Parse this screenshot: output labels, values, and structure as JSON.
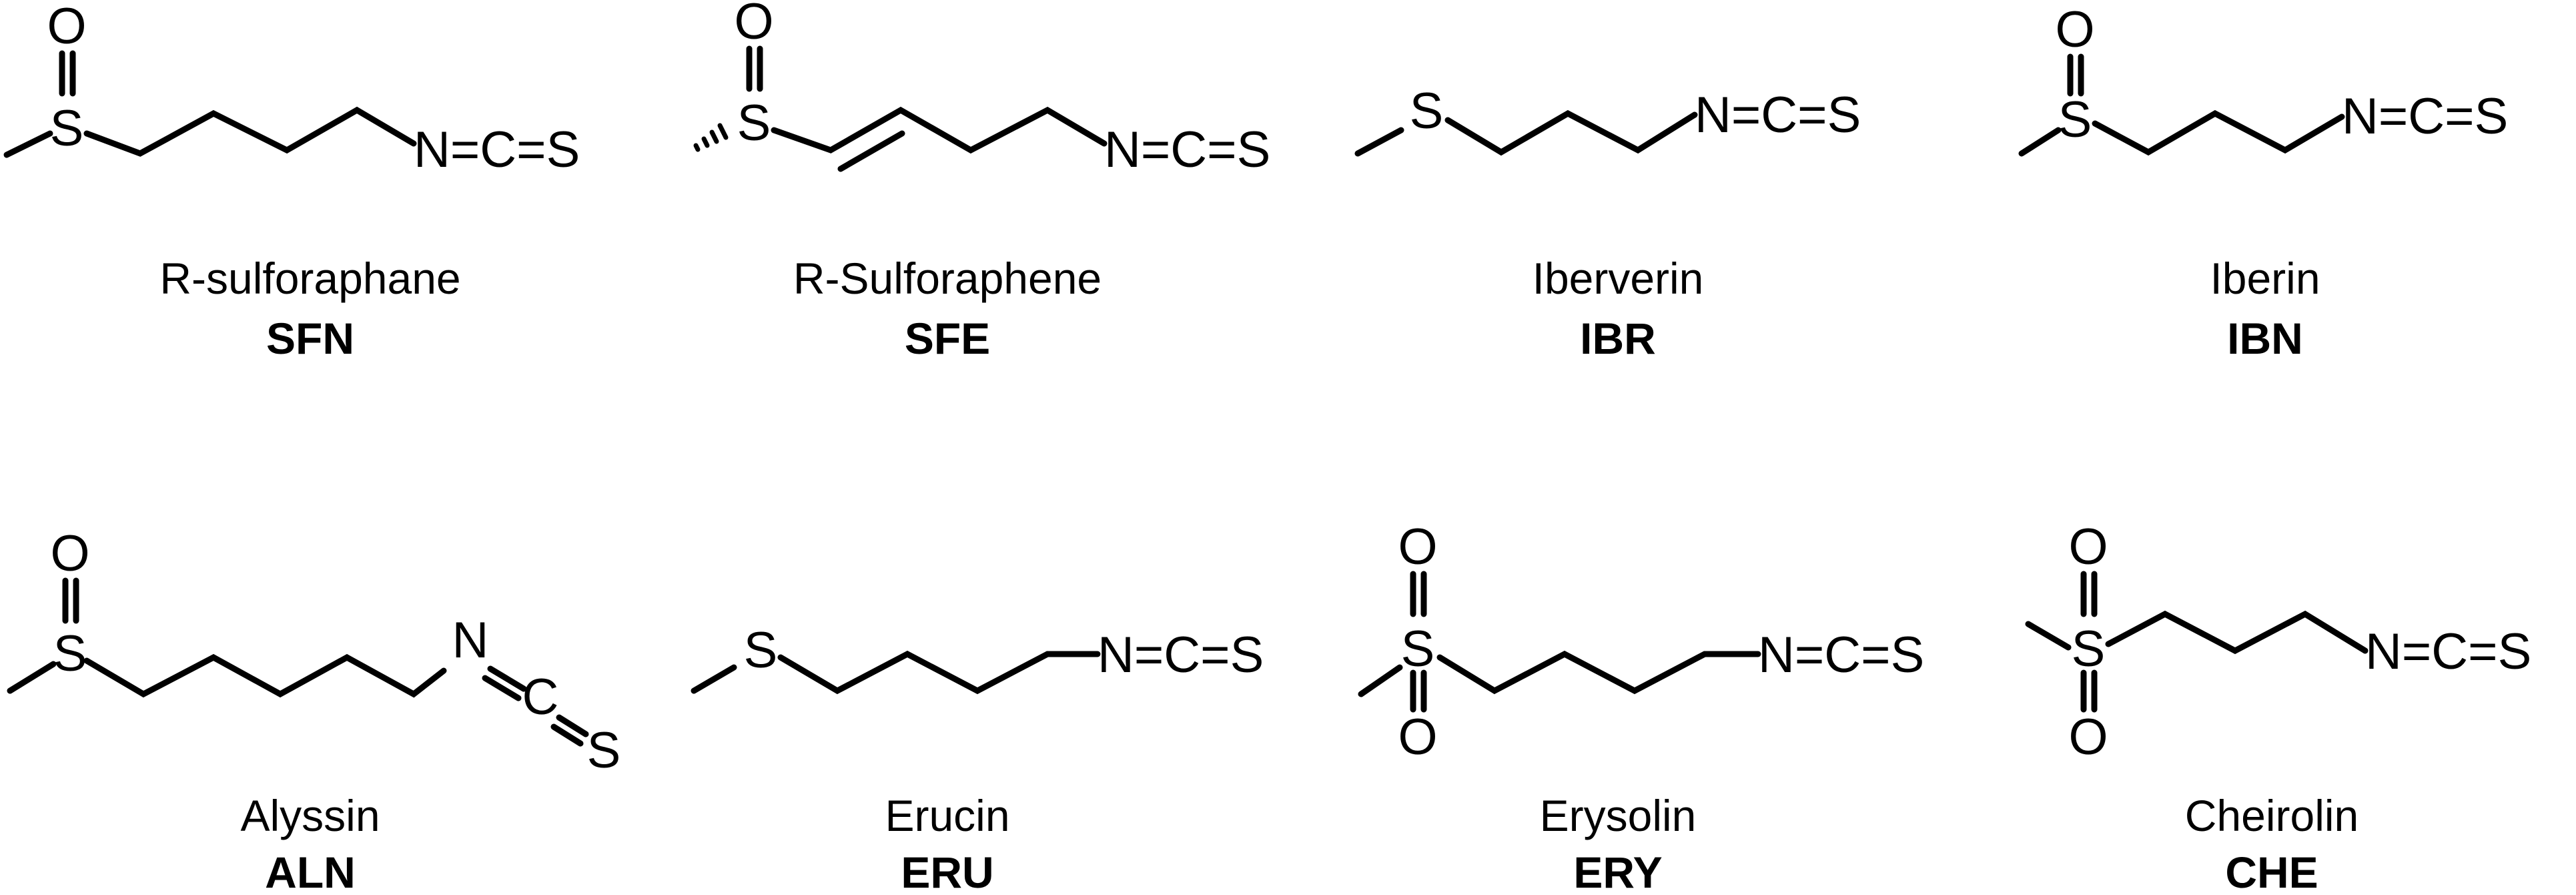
{
  "atoms": {
    "oxygen": "O",
    "sulfur": "S",
    "nitrogen": "N",
    "carbon": "C",
    "double_bond": "="
  },
  "compounds": [
    {
      "name": "R-sulforaphane",
      "abbr": "SFN"
    },
    {
      "name": "R-Sulforaphene",
      "abbr": "SFE"
    },
    {
      "name": "Iberverin",
      "abbr": "IBR"
    },
    {
      "name": "Iberin",
      "abbr": "IBN"
    },
    {
      "name": "Alyssin",
      "abbr": "ALN"
    },
    {
      "name": "Erucin",
      "abbr": "ERU"
    },
    {
      "name": "Erysolin",
      "abbr": "ERY"
    },
    {
      "name": "Cheirolin",
      "abbr": "CHE"
    }
  ]
}
